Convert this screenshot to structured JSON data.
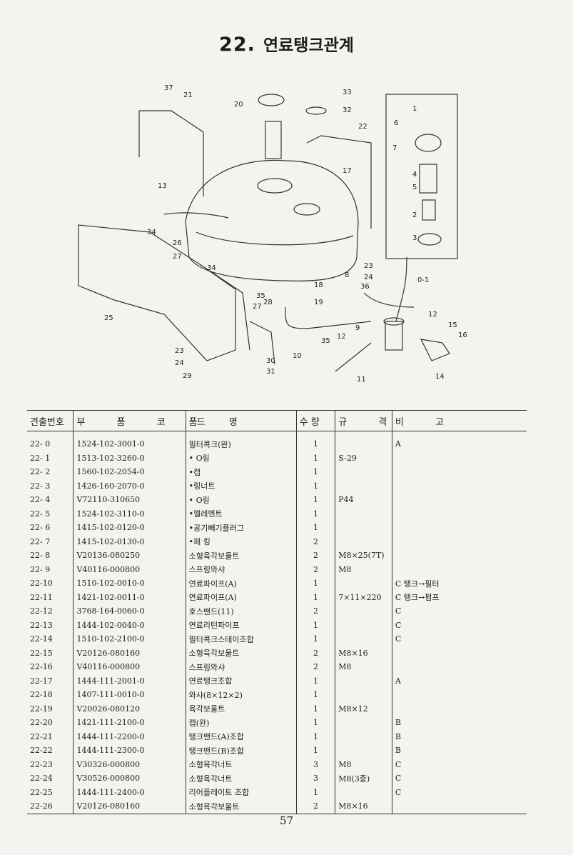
{
  "title": {
    "number": "22.",
    "text": "연료탱크관계"
  },
  "diagram": {
    "callouts": [
      "37",
      "21",
      "20",
      "33",
      "32",
      "22",
      "17",
      "1",
      "6",
      "7",
      "4",
      "5",
      "2",
      "3",
      "0-1",
      "13",
      "34",
      "26",
      "27",
      "34",
      "25",
      "35",
      "28",
      "27",
      "23",
      "24",
      "18",
      "19",
      "8",
      "36",
      "9",
      "12",
      "15",
      "16",
      "12",
      "35",
      "10",
      "11",
      "30",
      "31",
      "14",
      "23",
      "24",
      "29"
    ]
  },
  "table": {
    "headers": [
      "견출번호",
      "부 품 코 드",
      "품 명",
      "수 량",
      "규 격",
      "비 고"
    ],
    "rows": [
      [
        "22- 0",
        "1524-102-3001-0",
        "필터콕크(완)",
        "1",
        "",
        "A"
      ],
      [
        "22- 1",
        "1513-102-3260-0",
        "• O링",
        "1",
        "S-29",
        ""
      ],
      [
        "22- 2",
        "1560-102-2054-0",
        "•캡",
        "1",
        "",
        ""
      ],
      [
        "22- 3",
        "1426-160-2070-0",
        "•링너트",
        "1",
        "",
        ""
      ],
      [
        "22- 4",
        "V72110-310650",
        "• O링",
        "1",
        "P44",
        ""
      ],
      [
        "22- 5",
        "1524-102-3110-0",
        "•엘레멘트",
        "1",
        "",
        ""
      ],
      [
        "22- 6",
        "1415-102-0120-0",
        "•공기빼기플러그",
        "1",
        "",
        ""
      ],
      [
        "22- 7",
        "1415-102-0130-0",
        "•패 킹",
        "2",
        "",
        ""
      ],
      [
        "22- 8",
        "V20136-080250",
        "소형육각보울트",
        "2",
        "M8×25(7T)",
        ""
      ],
      [
        "22- 9",
        "V40116-000800",
        "스프링와샤",
        "2",
        "M8",
        ""
      ],
      [
        "22-10",
        "1510-102-0010-0",
        "연료파이프(A)",
        "1",
        "",
        "C 탱크→필터"
      ],
      [
        "22-11",
        "1421-102-0011-0",
        "연료파이프(A)",
        "1",
        "7×11×220",
        "C 탱크→펌프"
      ],
      [
        "22-12",
        "3768-164-0060-0",
        "호스밴드(11)",
        "2",
        "",
        "C"
      ],
      [
        "22-13",
        "1444-102-0040-0",
        "연료리턴파이프",
        "1",
        "",
        "C"
      ],
      [
        "22-14",
        "1510-102-2100-0",
        "필터콕크스테이조합",
        "1",
        "",
        "C"
      ],
      [
        "22-15",
        "V20126-080160",
        "소형육각보울트",
        "2",
        "M8×16",
        ""
      ],
      [
        "22-16",
        "V40116-000800",
        "스프링와샤",
        "2",
        "M8",
        ""
      ],
      [
        "22-17",
        "1444-111-2001-0",
        "연료탱크조합",
        "1",
        "",
        "A"
      ],
      [
        "22-18",
        "1407-111-0010-0",
        "와샤(8×12×2)",
        "1",
        "",
        ""
      ],
      [
        "22-19",
        "V20026-080120",
        "육각보울트",
        "1",
        "M8×12",
        ""
      ],
      [
        "22-20",
        "1421-111-2100-0",
        "캡(완)",
        "1",
        "",
        "B"
      ],
      [
        "22-21",
        "1444-111-2200-0",
        "탱크밴드(A)조합",
        "1",
        "",
        "B"
      ],
      [
        "22-22",
        "1444-111-2300-0",
        "탱크밴드(B)조합",
        "1",
        "",
        "B"
      ],
      [
        "22-23",
        "V30326-000800",
        "소형육각너트",
        "3",
        "M8",
        "C"
      ],
      [
        "22-24",
        "V30526-000800",
        "소형육각너트",
        "3",
        "M8(3종)",
        "C"
      ],
      [
        "22-25",
        "1444-111-2400-0",
        "리어플레이트 조합",
        "1",
        "",
        "C"
      ],
      [
        "22-26",
        "V20126-080160",
        "소형육각보울트",
        "2",
        "M8×16",
        ""
      ]
    ]
  },
  "page_number": "57"
}
